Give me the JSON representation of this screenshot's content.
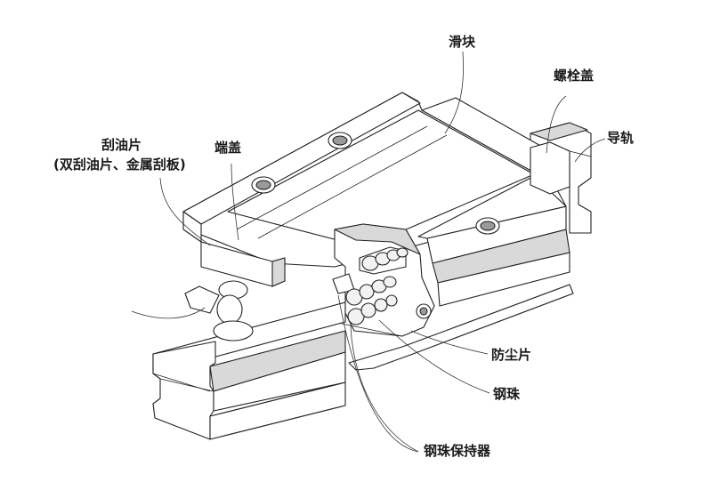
{
  "labels": {
    "slider": "滑块",
    "bolt_cap": "螺栓盖",
    "rail": "导轨",
    "end_cap": "端盖",
    "wiper_line1": "刮油片",
    "wiper_line2": "(双刮油片、金属刮板)",
    "dust_strip": "防尘片",
    "steel_ball": "钢珠",
    "ball_retainer": "钢珠保持器"
  },
  "colors": {
    "line": "#222222",
    "shade": "#d9d9d9",
    "text": "#1a1a1a"
  }
}
